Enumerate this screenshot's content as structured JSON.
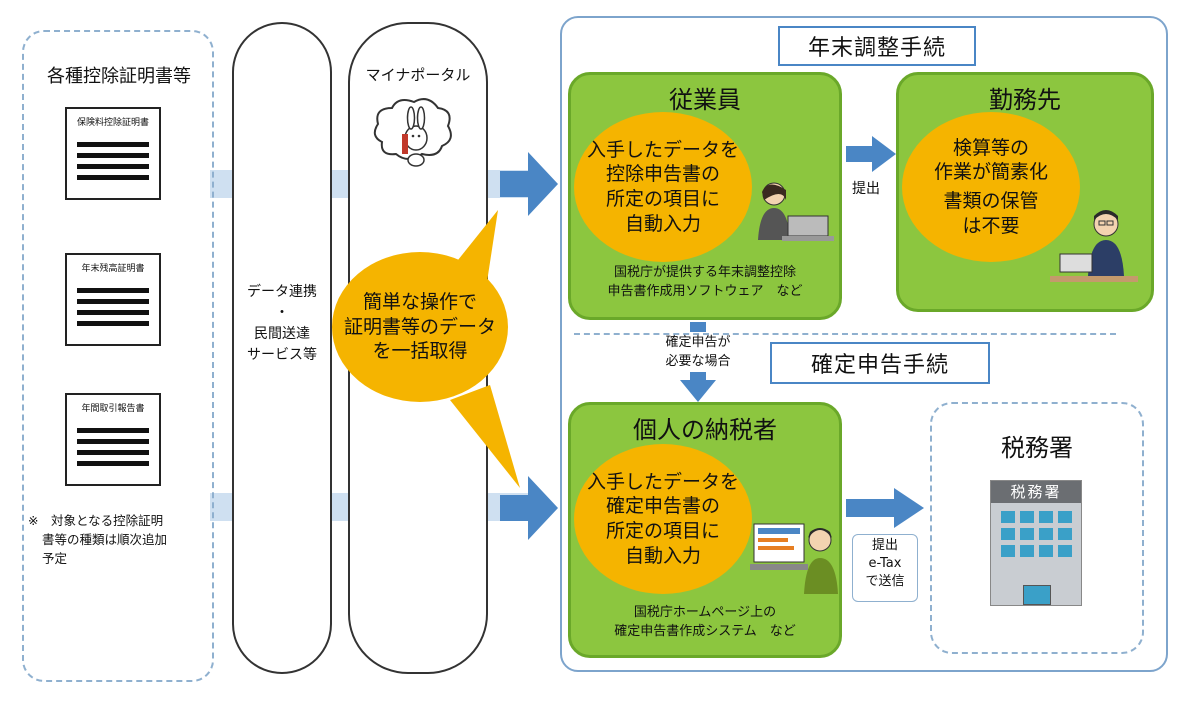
{
  "left": {
    "title": "各種控除証明書等",
    "docs": [
      "保険料控除証明書",
      "年末残高証明書",
      "年間取引報告書"
    ],
    "note": [
      "※　対象となる控除証明",
      "書等の種類は順次追加",
      "予定"
    ]
  },
  "col_data": {
    "lines": [
      "データ連携",
      "・",
      "民間送達",
      "サービス等"
    ]
  },
  "col_portal": {
    "title": "マイナポータル"
  },
  "center_bubble": {
    "lines": [
      "簡単な操作で",
      "証明書等のデータ",
      "を一括取得"
    ]
  },
  "year_end": {
    "title": "年末調整手続",
    "employee": {
      "title": "従業員",
      "bubble": [
        "入手したデータを",
        "控除申告書の",
        "所定の項目に",
        "自動入力"
      ],
      "caption": [
        "国税庁が提供する年末調整控除",
        "申告書作成用ソフトウェア　など"
      ]
    },
    "submit": "提出",
    "employer": {
      "title": "勤務先",
      "bubble": [
        "検算等の",
        "作業が簡素化",
        "書類の保管",
        "は不要"
      ]
    }
  },
  "middle_note": [
    "確定申告が",
    "必要な場合"
  ],
  "tax_return": {
    "title": "確定申告手続",
    "taxpayer": {
      "title": "個人の納税者",
      "bubble": [
        "入手したデータを",
        "確定申告書の",
        "所定の項目に",
        "自動入力"
      ],
      "caption": [
        "国税庁ホームページ上の",
        "確定申告書作成システム　など"
      ]
    },
    "submit": [
      "提出",
      "e-Tax",
      "で送信"
    ],
    "office": {
      "title": "税務署",
      "sign": "税務署"
    }
  },
  "colors": {
    "green": "#8cc63f",
    "orange": "#f5b400",
    "blue_arrow": "#4a86c5",
    "light_band": "#cfe0f1"
  }
}
